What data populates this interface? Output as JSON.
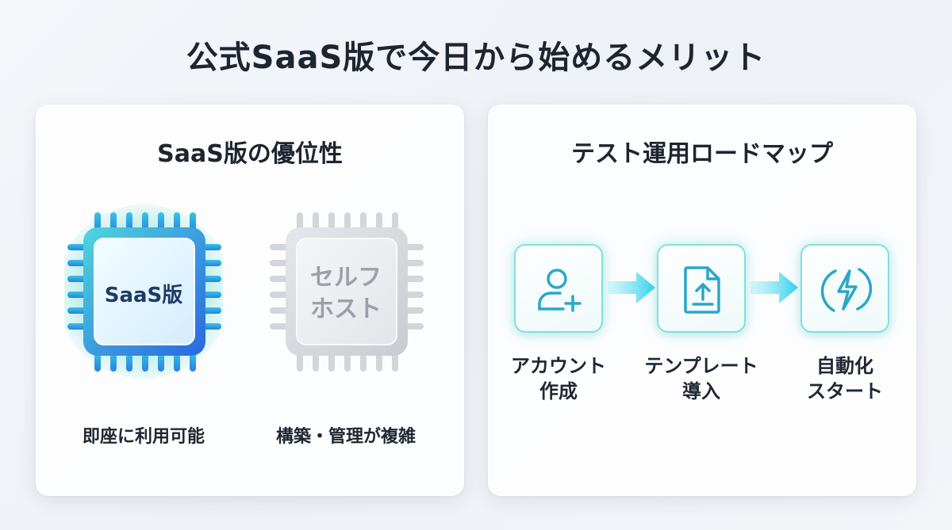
{
  "title": "公式SaaS版で今日から始めるメリット",
  "left_panel": {
    "title": "SaaS版の優位性",
    "chip_saas_label": "SaaS版",
    "chip_self_line1": "セルフ",
    "chip_self_line2": "ホスト",
    "caption_saas": "即座に利用可能",
    "caption_self": "構築・管理が複雑",
    "colors": {
      "saas_accent": "#2f80ed",
      "glow": "#3fd6c8",
      "self_gray": "#c9cdd3"
    }
  },
  "right_panel": {
    "title": "テスト運用ロードマップ",
    "steps": [
      {
        "icon": "add-user-icon",
        "line1": "アカウント",
        "line2": "作成"
      },
      {
        "icon": "template-upload-icon",
        "line1": "テンプレート",
        "line2": "導入"
      },
      {
        "icon": "lightning-bolt-icon",
        "line1": "自動化",
        "line2": "スタート"
      }
    ],
    "colors": {
      "accent": "#2aa7c9",
      "border": "#7fe0de",
      "arrow": "#3ad3e8"
    }
  }
}
